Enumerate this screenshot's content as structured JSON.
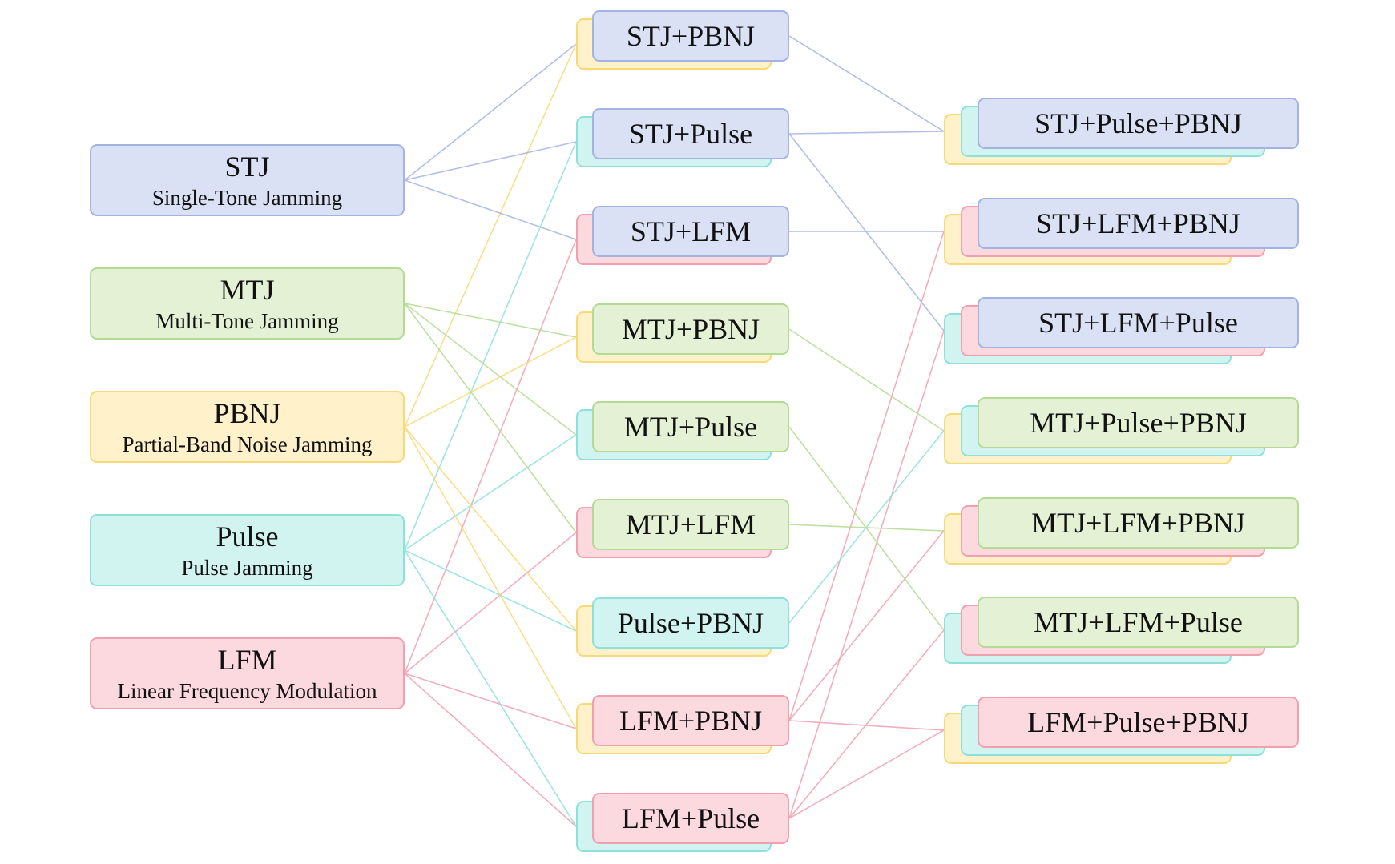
{
  "colors": {
    "STJ": {
      "fill": "#dae1f5",
      "stroke": "#a3b4e3"
    },
    "MTJ": {
      "fill": "#e4f1d5",
      "stroke": "#b4db93"
    },
    "PBNJ": {
      "fill": "#fff1c9",
      "stroke": "#f8d978"
    },
    "Pulse": {
      "fill": "#d2f4f1",
      "stroke": "#8ee1da"
    },
    "LFM": {
      "fill": "#fcd9df",
      "stroke": "#f1a0b0"
    }
  },
  "singles": [
    {
      "id": "STJ",
      "label": "STJ",
      "sub": "Single-Tone Jamming"
    },
    {
      "id": "MTJ",
      "label": "MTJ",
      "sub": "Multi-Tone Jamming"
    },
    {
      "id": "PBNJ",
      "label": "PBNJ",
      "sub": "Partial-Band Noise Jamming"
    },
    {
      "id": "Pulse",
      "label": "Pulse",
      "sub": "Pulse Jamming"
    },
    {
      "id": "LFM",
      "label": "LFM",
      "sub": "Linear Frequency Modulation"
    }
  ],
  "pairs": [
    {
      "label": "STJ+PBNJ",
      "parts": [
        "STJ",
        "PBNJ"
      ]
    },
    {
      "label": "STJ+Pulse",
      "parts": [
        "STJ",
        "Pulse"
      ]
    },
    {
      "label": "STJ+LFM",
      "parts": [
        "STJ",
        "LFM"
      ]
    },
    {
      "label": "MTJ+PBNJ",
      "parts": [
        "MTJ",
        "PBNJ"
      ]
    },
    {
      "label": "MTJ+Pulse",
      "parts": [
        "MTJ",
        "Pulse"
      ]
    },
    {
      "label": "MTJ+LFM",
      "parts": [
        "MTJ",
        "LFM"
      ]
    },
    {
      "label": "Pulse+PBNJ",
      "parts": [
        "Pulse",
        "PBNJ"
      ]
    },
    {
      "label": "LFM+PBNJ",
      "parts": [
        "LFM",
        "PBNJ"
      ]
    },
    {
      "label": "LFM+Pulse",
      "parts": [
        "LFM",
        "Pulse"
      ]
    }
  ],
  "triples": [
    {
      "label": "STJ+Pulse+PBNJ",
      "parts": [
        "STJ",
        "Pulse",
        "PBNJ"
      ],
      "from": [
        0,
        1
      ]
    },
    {
      "label": "STJ+LFM+PBNJ",
      "parts": [
        "STJ",
        "LFM",
        "PBNJ"
      ],
      "from": [
        2,
        7
      ]
    },
    {
      "label": "STJ+LFM+Pulse",
      "parts": [
        "STJ",
        "LFM",
        "Pulse"
      ],
      "from": [
        1,
        8
      ]
    },
    {
      "label": "MTJ+Pulse+PBNJ",
      "parts": [
        "MTJ",
        "Pulse",
        "PBNJ"
      ],
      "from": [
        3,
        6
      ]
    },
    {
      "label": "MTJ+LFM+PBNJ",
      "parts": [
        "MTJ",
        "LFM",
        "PBNJ"
      ],
      "from": [
        5,
        7
      ]
    },
    {
      "label": "MTJ+LFM+Pulse",
      "parts": [
        "MTJ",
        "LFM",
        "Pulse"
      ],
      "from": [
        4,
        8
      ]
    },
    {
      "label": "LFM+Pulse+PBNJ",
      "parts": [
        "LFM",
        "Pulse",
        "PBNJ"
      ],
      "from": [
        7,
        8
      ]
    }
  ]
}
